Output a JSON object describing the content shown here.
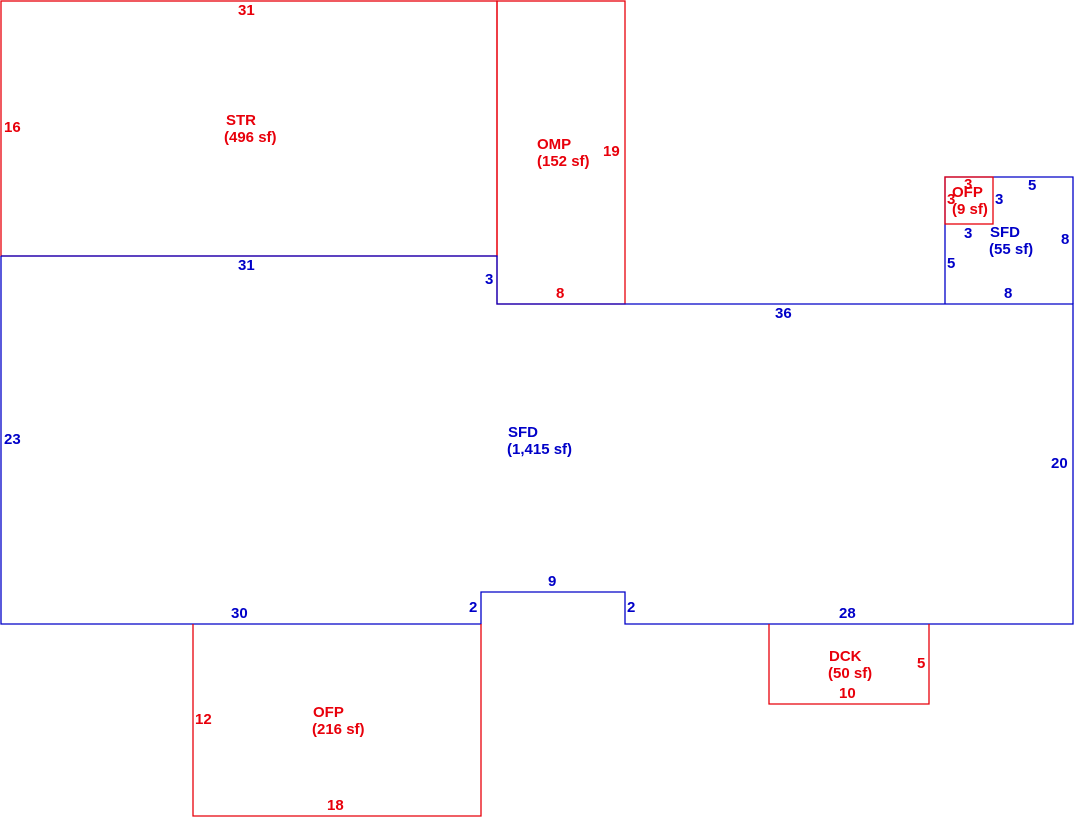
{
  "colors": {
    "red": "#e8000b",
    "blue": "#0000c8"
  },
  "areas": {
    "str": {
      "code": "STR",
      "area": "(496 sf)"
    },
    "omp": {
      "code": "OMP",
      "area": "(152 sf)"
    },
    "sfd_main": {
      "code": "SFD",
      "area": "(1,415 sf)"
    },
    "sfd_small": {
      "code": "SFD",
      "area": "(55 sf)"
    },
    "ofp_small": {
      "code": "OFP",
      "area": "(9 sf)"
    },
    "ofp_large": {
      "code": "OFP",
      "area": "(216 sf)"
    },
    "dck": {
      "code": "DCK",
      "area": "(50 sf)"
    }
  },
  "dims": {
    "str_top": "31",
    "str_left": "16",
    "omp_right": "19",
    "omp_bottom": "8",
    "sfd_top_left": "31",
    "sfd_step": "3",
    "sfd_top_mid": "36",
    "sfd_left": "23",
    "sfd_right": "20",
    "sfd_bottom_left": "30",
    "sfd_notch_left": "2",
    "sfd_notch_top": "9",
    "sfd_notch_right": "2",
    "sfd_bottom_right": "28",
    "sfd55_top": "5",
    "sfd55_right": "8",
    "sfd55_bottom": "8",
    "sfd55_left": "5",
    "sfd55_inner_v": "3",
    "sfd55_inner_h": "3",
    "ofp9_top": "3",
    "ofp9_left": "3",
    "ofp_left": "12",
    "ofp_bottom": "18",
    "dck_right": "5",
    "dck_bottom": "10"
  }
}
